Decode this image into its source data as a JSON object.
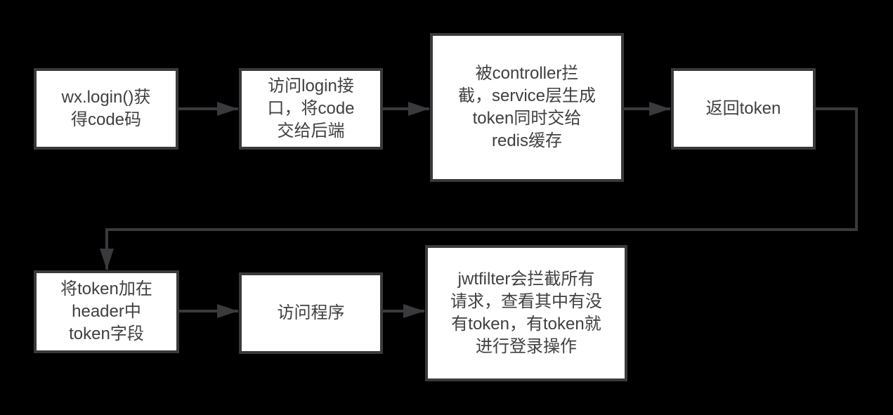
{
  "diagram": {
    "title": "wx login token flow",
    "colors": {
      "background": "#000000",
      "node_fill": "#ffffff",
      "node_border": "#3a3a3c",
      "text": "#404040",
      "arrow": "#3a3a3c"
    },
    "nodes": [
      {
        "id": "step1",
        "label": "wx.login()获\n得code码"
      },
      {
        "id": "step2",
        "label": "访问login接\n口，将code\n交给后端"
      },
      {
        "id": "step3",
        "label": "被controller拦\n截，service层生成\ntoken同时交给\nredis缓存"
      },
      {
        "id": "step4",
        "label": "返回token"
      },
      {
        "id": "step5",
        "label": "将token加在\nheader中\ntoken字段"
      },
      {
        "id": "step6",
        "label": "访问程序"
      },
      {
        "id": "step7",
        "label": "jwtfilter会拦截所有\n请求，查看其中有没\n有token，有token就\n进行登录操作"
      }
    ],
    "edges": [
      {
        "from": "step1",
        "to": "step2"
      },
      {
        "from": "step2",
        "to": "step3"
      },
      {
        "from": "step3",
        "to": "step4"
      },
      {
        "from": "step4",
        "to": "step5"
      },
      {
        "from": "step5",
        "to": "step6"
      },
      {
        "from": "step6",
        "to": "step7"
      }
    ]
  }
}
